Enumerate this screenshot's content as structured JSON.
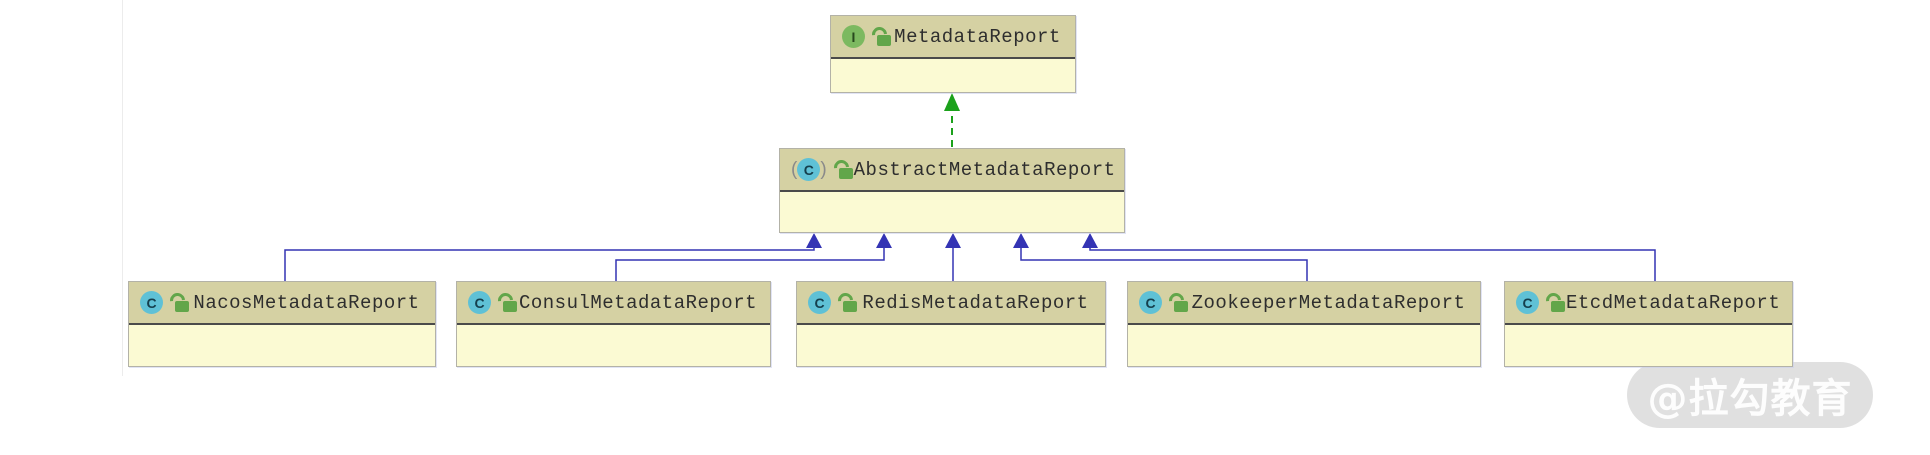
{
  "diagram": {
    "nodes": [
      {
        "name": "MetadataReport",
        "kind": "interface",
        "icon": "interface-icon",
        "modifier_icon": "unlocked-icon"
      },
      {
        "name": "AbstractMetadataReport",
        "kind": "abstract-class",
        "icon": "abstract-class-icon",
        "modifier_icon": "unlocked-icon"
      },
      {
        "name": "NacosMetadataReport",
        "kind": "class",
        "icon": "class-icon",
        "modifier_icon": "unlocked-icon"
      },
      {
        "name": "ConsulMetadataReport",
        "kind": "class",
        "icon": "class-icon",
        "modifier_icon": "unlocked-icon"
      },
      {
        "name": "RedisMetadataReport",
        "kind": "class",
        "icon": "class-icon",
        "modifier_icon": "unlocked-icon"
      },
      {
        "name": "ZookeeperMetadataReport",
        "kind": "class",
        "icon": "class-icon",
        "modifier_icon": "unlocked-icon"
      },
      {
        "name": "EtcdMetadataReport",
        "kind": "class",
        "icon": "class-icon",
        "modifier_icon": "unlocked-icon"
      }
    ],
    "edges": [
      {
        "from": "AbstractMetadataReport",
        "to": "MetadataReport",
        "type": "implements",
        "style": "dashed-green-arrow"
      },
      {
        "from": "NacosMetadataReport",
        "to": "AbstractMetadataReport",
        "type": "extends",
        "style": "solid-navy-arrow"
      },
      {
        "from": "ConsulMetadataReport",
        "to": "AbstractMetadataReport",
        "type": "extends",
        "style": "solid-navy-arrow"
      },
      {
        "from": "RedisMetadataReport",
        "to": "AbstractMetadataReport",
        "type": "extends",
        "style": "solid-navy-arrow"
      },
      {
        "from": "ZookeeperMetadataReport",
        "to": "AbstractMetadataReport",
        "type": "extends",
        "style": "solid-navy-arrow"
      },
      {
        "from": "EtcdMetadataReport",
        "to": "AbstractMetadataReport",
        "type": "extends",
        "style": "solid-navy-arrow"
      }
    ],
    "icon_glyphs": {
      "interface_letter": "I",
      "class_letter": "C",
      "paren_open": "(",
      "paren_close": ")"
    },
    "colors": {
      "node_header_bg": "#d5d1a3",
      "node_body_bg": "#fbfad3",
      "node_border": "#b3b2a7",
      "header_divider": "#4a4a4a",
      "title_text": "#2e2e2e",
      "class_icon_bg": "#5fc1d6",
      "interface_icon_bg": "#7cb960",
      "lock_icon_green": "#62a64a",
      "extends_edge": "#3434b4",
      "implements_edge": "#1ba11b",
      "watermark_text": "#ffffff"
    },
    "watermark": "@拉勾教育"
  }
}
